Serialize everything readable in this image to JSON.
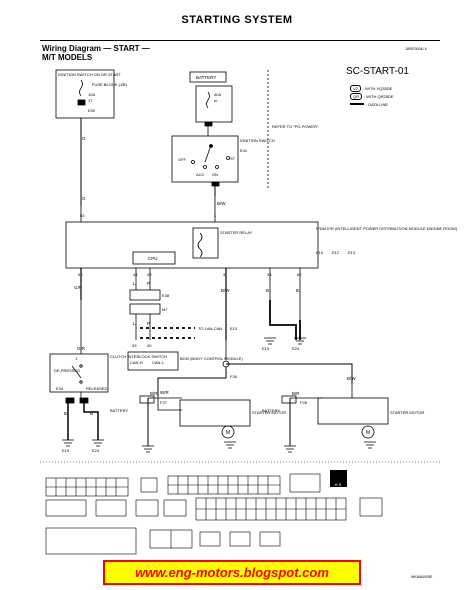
{
  "header": {
    "title": "STARTING SYSTEM"
  },
  "diagram": {
    "title": "Wiring Diagram — START —",
    "subtitle": "M/T MODELS",
    "ref_code": "JWSE0004LX",
    "id": "SC-START-01",
    "legend": [
      {
        "badge": "V2",
        "text": ": WITH VQ35DE"
      },
      {
        "badge": "QR",
        "text": ": WITH QR25DE"
      },
      {
        "badge": "",
        "text": ": DATA LINE"
      }
    ],
    "components": {
      "ign_switch_label": "IGNITION SWITCH ON OR START",
      "fuse_block": "FUSE BLOCK (J/B)",
      "fuse_10a": "10A",
      "fuse_10a_num": "17",
      "e30": "E30",
      "battery": "BATTERY",
      "fuse_40a": "40A",
      "fuse_40a_num": "m",
      "ignition_switch": "IGNITION SWITCH",
      "e41": "E41",
      "off": "OFF",
      "acc": "ACC",
      "on": "ON",
      "st": "ST",
      "refer": "REFER TO \"PG-POWER\".",
      "ipdm": "IPDM E/R (INTELLIGENT POWER DISTRIBUTION MODULE ENGINE ROOM)",
      "ipdm_conn": [
        "E10",
        "E12",
        "E13"
      ],
      "starter_relay": "STARTER RELAY",
      "cpu": "CPU",
      "to_lan": "TO LAN-CAN",
      "bcm": "BCM (BODY CONTROL MODULE)",
      "canh": "CAN-H",
      "canl": "CAN-L",
      "m": "M",
      "clutch": "CLUTCH INTERLOCK SWITCH",
      "depressed": "DE-PRESSED",
      "released": "RELEASED",
      "e34": "E34",
      "e15": "E15",
      "e24": "E24",
      "e13": "E13",
      "f": "F",
      "f27": "F27",
      "f26": "F26",
      "f28": "F28",
      "starter_motor": "STARTER MOTOR",
      "battery_small": "BATTERY",
      "e38": "E38",
      "m7": "M7",
      "m_m": "M",
      "e26": "E26"
    },
    "wires": {
      "g": "G",
      "gr": "G/R",
      "bw": "B/W",
      "b": "B",
      "l": "L",
      "p": "P",
      "br": "B/R",
      "wr": "W/R",
      "gy": "GY",
      "lr": "L/R"
    },
    "pins": {
      "p1": "1",
      "p2": "2",
      "p3": "3",
      "p38": "38",
      "p39": "39",
      "p40": "40",
      "p48": "48",
      "p49": "49",
      "p50": "50",
      "p51": "51",
      "p52": "52",
      "p53": "53",
      "p60": "60",
      "p5": "5",
      "p6": "6"
    },
    "hs": "H.S.",
    "bottom_code": "WKWA0005E"
  },
  "banner": {
    "text": "www.eng-motors.blogspot.com",
    "bg": "#ffff00",
    "fg": "#ff0000"
  }
}
